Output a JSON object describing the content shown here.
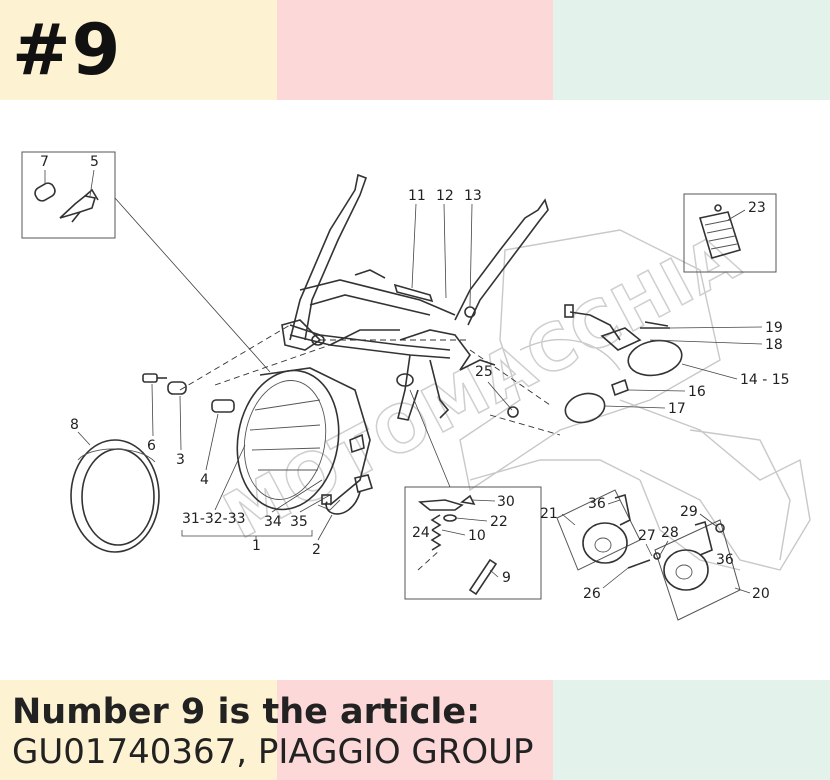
{
  "header": {
    "number": "#9",
    "colors": [
      "#fdf3d2",
      "#fcd9d8",
      "#e3f3ec"
    ]
  },
  "diagram": {
    "watermark": "MOTOMACCHIA",
    "labels": {
      "l7": "7",
      "l5": "5",
      "l11": "11",
      "l12": "12",
      "l13": "13",
      "l23": "23",
      "l19": "19",
      "l18": "18",
      "l14_15": "14 - 15",
      "l16": "16",
      "l17": "17",
      "l25": "25",
      "l8": "8",
      "l6": "6",
      "l3": "3",
      "l4": "4",
      "l31_32_33": "31-32-33",
      "l34": "34",
      "l35": "35",
      "l1": "1",
      "l2": "2",
      "l30": "30",
      "l22": "22",
      "l24": "24",
      "l10": "10",
      "l9": "9",
      "l21": "21",
      "l36a": "36",
      "l27": "27",
      "l28": "28",
      "l29": "29",
      "l36b": "36",
      "l26": "26",
      "l20": "20"
    }
  },
  "footer": {
    "line1": "Number 9 is the article:",
    "line2": "GU01740367, PIAGGIO GROUP"
  }
}
